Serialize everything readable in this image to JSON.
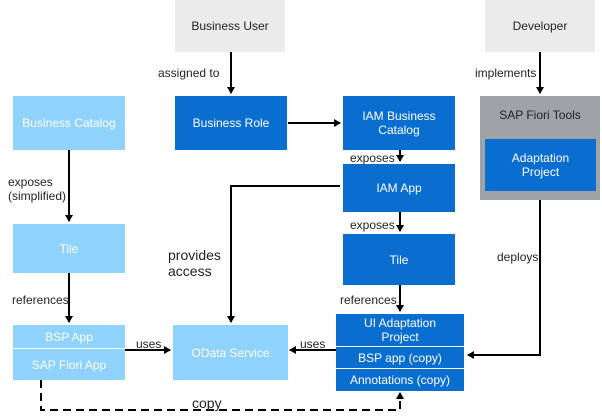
{
  "nodes": {
    "business_user": "Business User",
    "developer": "Developer",
    "business_catalog": "Business Catalog",
    "business_role": "Business Role",
    "iam_business_catalog": "IAM Business\nCatalog",
    "sap_fiori_tools": "SAP Fiori Tools",
    "adaptation_project": "Adaptation\nProject",
    "iam_app": "IAM App",
    "tile_left": "Tile",
    "tile_right": "Tile",
    "bsp_app": "BSP App",
    "sap_fiori_app": "SAP Fiori App",
    "odata_service": "OData Service",
    "ui_adaptation_project": "UI Adaptation\nProject",
    "bsp_app_copy": "BSP app (copy)",
    "annotations_copy": "Annotations (copy)"
  },
  "edges": {
    "assigned_to": "assigned to",
    "implements": "implements",
    "exposes_simplified": "exposes\n(simplified)",
    "exposes_1": "exposes",
    "exposes_2": "exposes",
    "provides_access": "provides\naccess",
    "deploys": "deploys",
    "references_left": "references",
    "references_right": "references",
    "uses_left": "uses",
    "uses_right": "uses",
    "copy": "copy"
  },
  "colors": {
    "dark_blue": "#0a6ed1",
    "light_blue": "#8fd2fb",
    "gray_box": "#ebebeb",
    "tools_box": "#9ea3a8",
    "line": "#000000"
  }
}
